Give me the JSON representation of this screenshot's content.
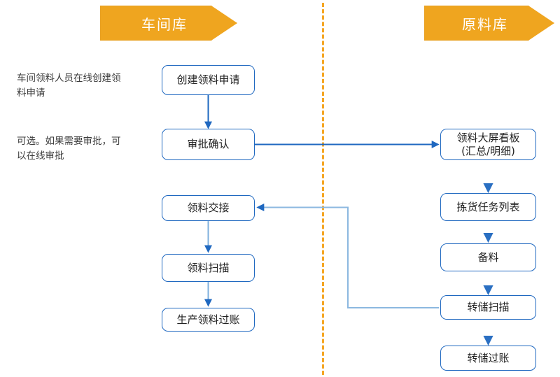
{
  "banners": {
    "left": {
      "label": "车间库"
    },
    "right": {
      "label": "原料库"
    }
  },
  "divider": {
    "color": "#f5a623",
    "style": "dashed"
  },
  "colors": {
    "banner_fill": "#efa51f",
    "banner_text": "#ffffff",
    "node_border": "#1f68c0",
    "node_fill": "#ffffff",
    "node_text": "#222222",
    "connector_dark": "#1f68c0",
    "connector_light": "#8cb8e0",
    "note_text": "#3c3c3c"
  },
  "notes": [
    {
      "id": "note-create",
      "text": "车间领料人员在线创建领\n料申请"
    },
    {
      "id": "note-approve",
      "text": "可选。如果需要审批，可\n以在线审批"
    }
  ],
  "workshop_nodes": [
    {
      "id": "create-request",
      "label": "创建领料申请"
    },
    {
      "id": "approval-confirm",
      "label": "审批确认"
    },
    {
      "id": "material-handover",
      "label": "领料交接"
    },
    {
      "id": "material-scan",
      "label": "领料扫描"
    },
    {
      "id": "production-posting",
      "label": "生产领料过账"
    }
  ],
  "warehouse_nodes": [
    {
      "id": "dashboard",
      "label": "领料大屏看板\n(汇总/明细)"
    },
    {
      "id": "picking-task-list",
      "label": "拣货任务列表"
    },
    {
      "id": "prepare-material",
      "label": "备料"
    },
    {
      "id": "transfer-scan",
      "label": "转储扫描"
    },
    {
      "id": "transfer-posting",
      "label": "转储过账"
    }
  ],
  "connectors": [
    {
      "id": "create-to-approval",
      "from": "create-request",
      "to": "approval-confirm",
      "direction": "down"
    },
    {
      "id": "approval-to-dashboard",
      "from": "approval-confirm",
      "to": "dashboard",
      "direction": "right"
    },
    {
      "id": "dashboard-to-picking",
      "from": "dashboard",
      "to": "picking-task-list",
      "direction": "down"
    },
    {
      "id": "picking-to-prepare",
      "from": "picking-task-list",
      "to": "prepare-material",
      "direction": "down"
    },
    {
      "id": "prepare-to-transfer-scan",
      "from": "prepare-material",
      "to": "transfer-scan",
      "direction": "down"
    },
    {
      "id": "transfer-scan-to-posting",
      "from": "transfer-scan",
      "to": "transfer-posting",
      "direction": "down"
    },
    {
      "id": "transfer-scan-to-handover",
      "from": "transfer-scan",
      "to": "material-handover",
      "direction": "left-up"
    },
    {
      "id": "handover-to-scan",
      "from": "material-handover",
      "to": "material-scan",
      "direction": "down"
    },
    {
      "id": "scan-to-posting",
      "from": "material-scan",
      "to": "production-posting",
      "direction": "down"
    }
  ]
}
